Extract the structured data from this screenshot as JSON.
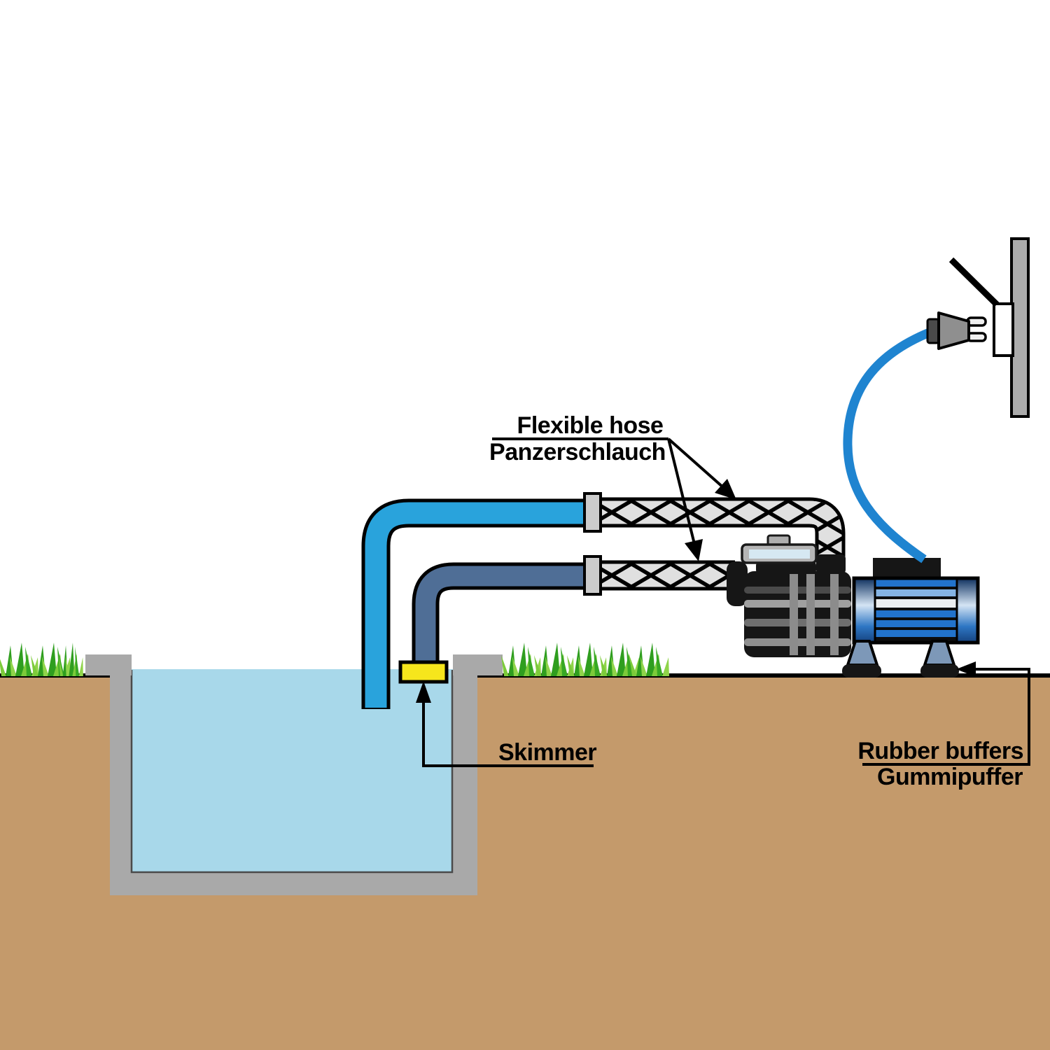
{
  "diagram": {
    "type": "installation-cross-section",
    "subject": "Swimming pool pump installation",
    "labels": {
      "hose_en": "Flexible hose",
      "hose_de": "Panzerschlauch",
      "skimmer": "Skimmer",
      "buffers_en": "Rubber buffers",
      "buffers_de": "Gummipuffer"
    },
    "components": [
      "pool basin",
      "pool water",
      "skimmer",
      "suction pipe",
      "return pipe",
      "flexible hoses",
      "hose couplers",
      "pump strainer housing",
      "strainer lid",
      "pump motor",
      "motor terminal box",
      "motor feet",
      "rubber buffers",
      "power cable",
      "power plug",
      "wall socket with cover flap",
      "wall",
      "grass",
      "ground"
    ]
  },
  "colors": {
    "background": "#ffffff",
    "water": "#a8d8ea",
    "return-pipe": "#29a3dc",
    "suction-pipe": "#4f6e96",
    "skimmer-yellow": "#f6e61c",
    "pool-wall": "#a9a9a9",
    "ground": "#c49a6b",
    "grass-dark": "#2f9e1f",
    "grass-light": "#7ccb3a",
    "hose-fill": "#e0e0e0",
    "coupler": "#cccccc",
    "pump-black": "#161616",
    "motor-blue": "#2273cc",
    "motor-stripe-light": "#85b4e4",
    "motor-stripe-white": "#eceff1",
    "leg-steel": "#7d98b8",
    "cable-blue": "#1f84d0",
    "plug-gray": "#8f8f8f",
    "outline": "#000000"
  }
}
